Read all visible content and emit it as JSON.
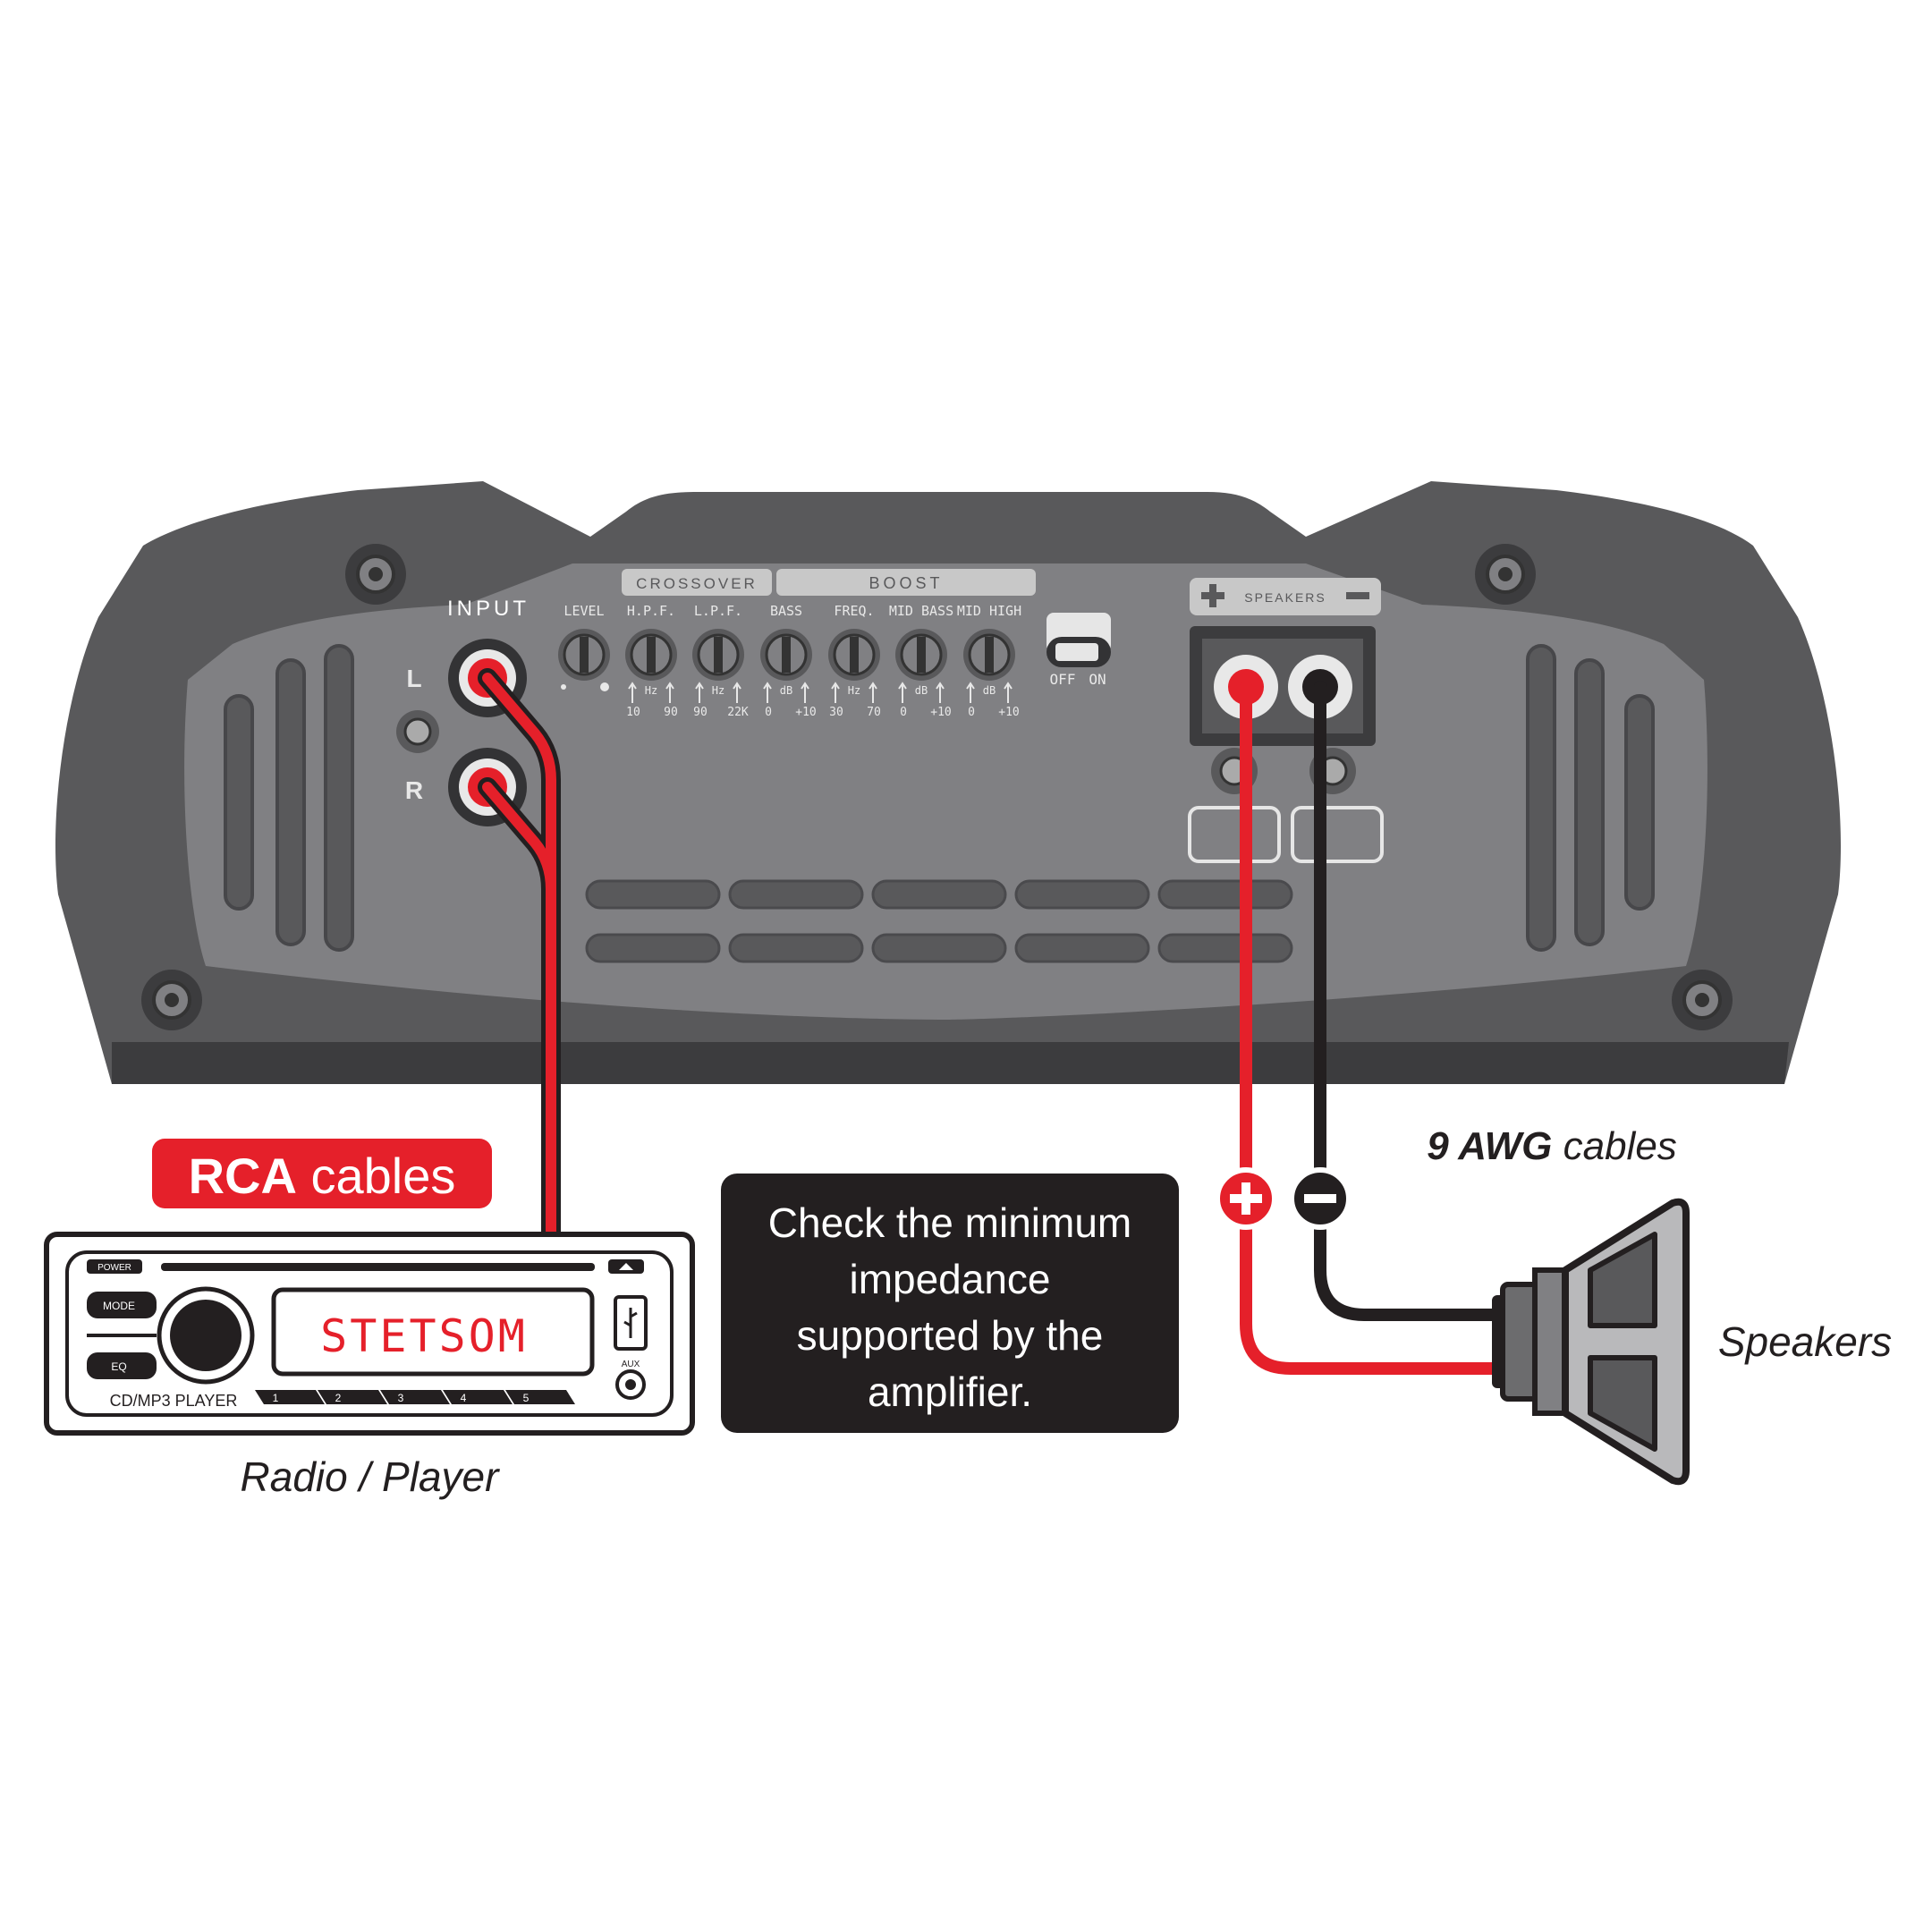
{
  "amplifier": {
    "input_label": "INPUT",
    "channel_left": "L",
    "channel_right": "R",
    "crossover_header": "CROSSOVER",
    "boost_header": "BOOST",
    "knobs": [
      {
        "label": "LEVEL",
        "unit": "",
        "min": "",
        "max": ""
      },
      {
        "label": "H.P.F.",
        "unit": "Hz",
        "min": "10",
        "max": "90"
      },
      {
        "label": "L.P.F.",
        "unit": "Hz",
        "min": "90",
        "max": "22K"
      },
      {
        "label": "BASS",
        "unit": "dB",
        "min": "0",
        "max": "+10"
      },
      {
        "label": "FREQ.",
        "unit": "Hz",
        "min": "30",
        "max": "70"
      },
      {
        "label": "MID BASS",
        "unit": "dB",
        "min": "0",
        "max": "+10"
      },
      {
        "label": "MID HIGH",
        "unit": "dB",
        "min": "0",
        "max": "+10"
      }
    ],
    "switch_off": "OFF",
    "switch_on": "ON",
    "speakers_label": "SPEAKERS"
  },
  "head_unit": {
    "power": "POWER",
    "mode": "MODE",
    "eq": "EQ",
    "display": "STETSOM",
    "model": "CD/MP3 PLAYER",
    "aux": "AUX",
    "presets": [
      "1",
      "2",
      "3",
      "4",
      "5"
    ]
  },
  "labels": {
    "rca_bold": "RCA",
    "rca_rest": " cables",
    "awg_bold": "9 AWG",
    "awg_rest": " cables",
    "note_lines": [
      "Check the minimum",
      "impedance",
      "supported by the",
      "amplifier."
    ],
    "radio_player": "Radio / Player",
    "speakers": "Speakers"
  },
  "colors": {
    "amp_body": "#59595b",
    "amp_panel": "#808083",
    "cable_red": "#e5202a",
    "cable_black": "#231f20",
    "note_bg": "#231f20"
  }
}
